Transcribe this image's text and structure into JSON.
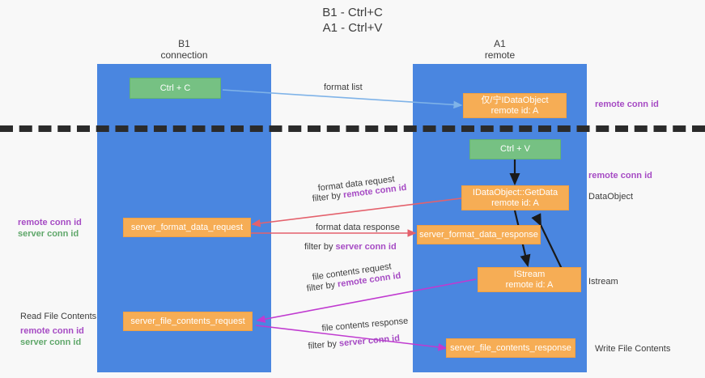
{
  "title": {
    "line1": "B1 - Ctrl+C",
    "line2": "A1 - Ctrl+V"
  },
  "columns": [
    {
      "name": "B1",
      "role": "connection"
    },
    {
      "name": "A1",
      "role": "remote"
    }
  ],
  "boxes": {
    "ctrl_c": "Ctrl + C",
    "ctrl_v": "Ctrl + V",
    "idataobject_title": "仅/宁IDataObject",
    "idataobject_sub": "remote id: A",
    "getdata_title": "IDataObject::GetData",
    "getdata_sub": "remote id: A",
    "istream_title": "IStream",
    "istream_sub": "remote id: A",
    "server_format_data_request": "server_format_data_request",
    "server_format_data_response": "server_format_data_response",
    "server_file_contents_request": "server_file_contents_request",
    "server_file_contents_response": "server_file_contents_response"
  },
  "right_labels": {
    "remote_conn_id_top": "remote conn id",
    "remote_conn_id_mid": "remote conn id",
    "dataobject": "DataObject",
    "istream": "Istream",
    "write_file_contents": "Write File Contents"
  },
  "left_labels": {
    "remote_conn_id_1": "remote conn id",
    "server_conn_id_1": "server conn id",
    "read_file_contents": "Read File Contents",
    "remote_conn_id_2": "remote conn id",
    "server_conn_id_2": "server conn id"
  },
  "arrow_labels": {
    "format_list": "format list",
    "format_data_request": "format data request",
    "format_data_request_filter_prefix": "filter by ",
    "format_data_request_filter_key": "remote conn id",
    "format_data_response": "format data response",
    "format_data_response_filter_prefix": "filter by ",
    "format_data_response_filter_key": "server conn id",
    "file_contents_request": "file contents request",
    "file_contents_request_filter_prefix": "filter by ",
    "file_contents_request_filter_key": "remote conn id",
    "file_contents_response": "file contents response",
    "file_contents_response_filter_prefix": "filter by ",
    "file_contents_response_filter_key": "server conn id"
  },
  "colors": {
    "lane": "#4a86e0",
    "green_box": "#76c183",
    "orange_box": "#f6ad55",
    "remote_conn_id": "#a64bc4",
    "server_conn_id": "#5fa76a",
    "divider": "#2b2b2b",
    "arrow_blue": "#7fb3e8",
    "arrow_red": "#e4616c",
    "arrow_magenta": "#c03ad0",
    "arrow_black": "#1a1a1a"
  }
}
